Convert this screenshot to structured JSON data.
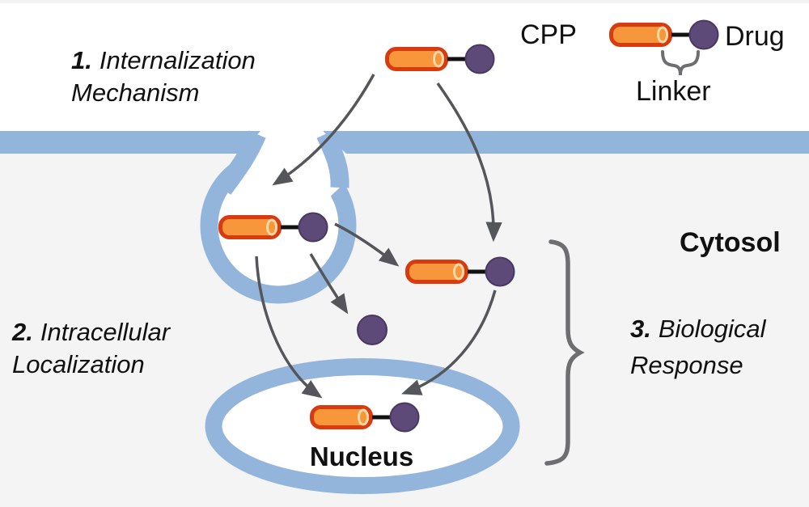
{
  "diagram": {
    "steps": [
      {
        "number": "1.",
        "line1": "Internalization",
        "line2": "Mechanism"
      },
      {
        "number": "2.",
        "line1": "Intracellular",
        "line2": "Localization"
      },
      {
        "number": "3.",
        "line1": "Biological",
        "line2": "Response"
      }
    ],
    "compartments": {
      "cytosol": "Cytosol",
      "nucleus": "Nucleus"
    },
    "legend": {
      "cpp": "CPP",
      "drug": "Drug",
      "linker": "Linker"
    }
  },
  "colors": {
    "membrane": "#93B5DC",
    "cpp-fill": "#F8963B",
    "cpp-stroke": "#D73B0F",
    "drug-fill": "#5D4A78",
    "drug-stroke": "#493960",
    "linker-line": "#111111",
    "arrow": "#55565A",
    "brace": "#6E6E70",
    "bg-upper": "#FFFFFF",
    "bg-lower": "#F4F4F5",
    "text": "#111111"
  }
}
